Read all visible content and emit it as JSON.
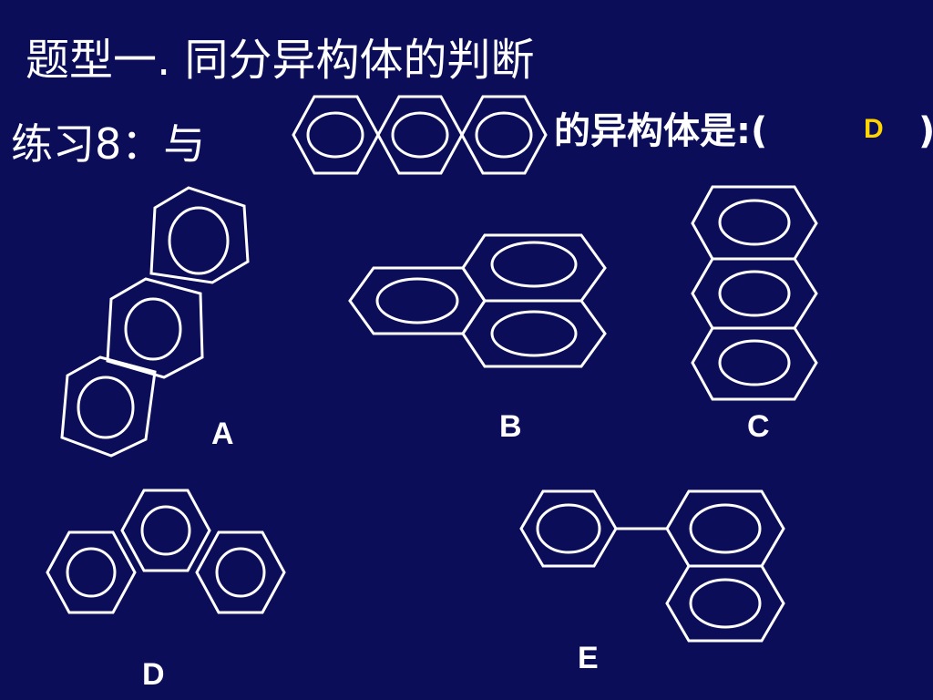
{
  "title": "题型一. 同分异构体的判断",
  "question": {
    "prefix": "练习8：与",
    "suffix": "的异构体是:(",
    "answer": "D",
    "close": ")"
  },
  "options": [
    {
      "label": "A",
      "name": "option-a"
    },
    {
      "label": "B",
      "name": "option-b"
    },
    {
      "label": "C",
      "name": "option-c"
    },
    {
      "label": "D",
      "name": "option-d"
    },
    {
      "label": "E",
      "name": "option-e"
    }
  ],
  "colors": {
    "background": "#0c0d58",
    "text": "#ffffff",
    "answer": "#ffd400",
    "line": "#ffffff"
  }
}
